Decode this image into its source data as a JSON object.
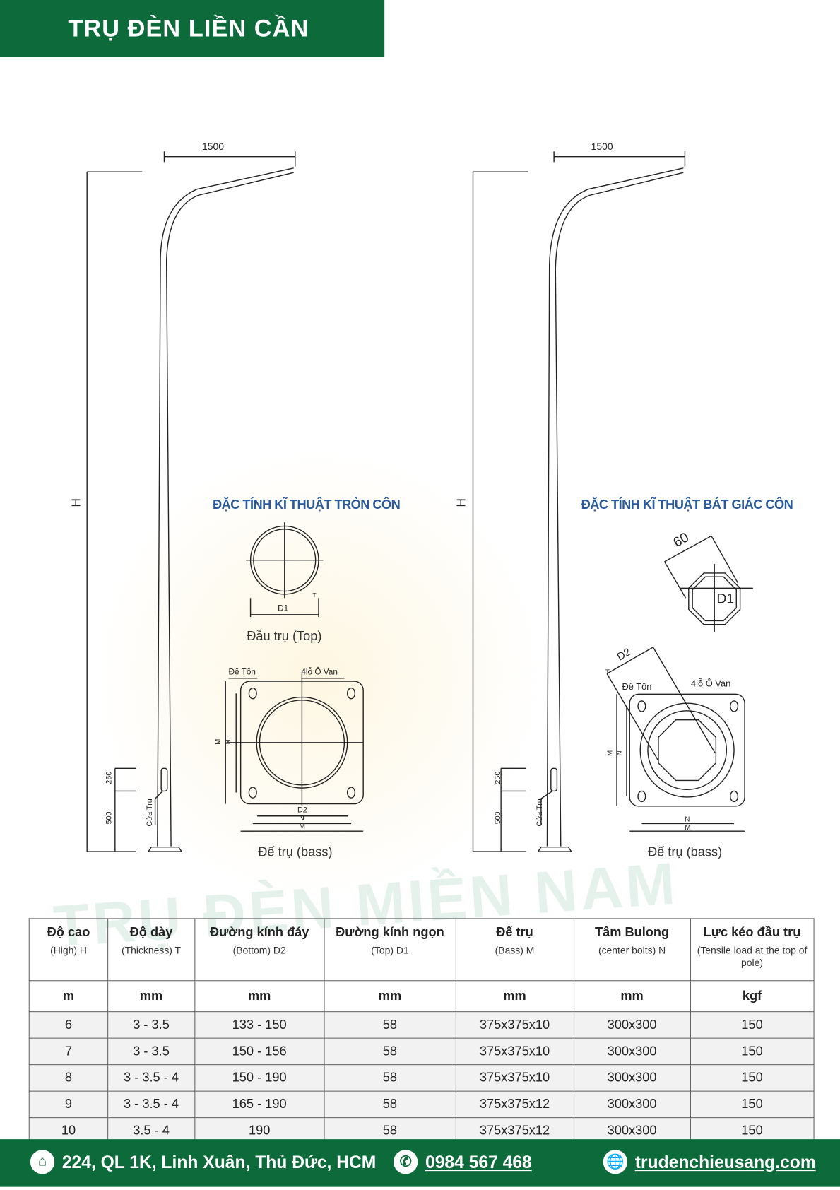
{
  "header": {
    "title": "TRỤ ĐÈN LIỀN CẦN"
  },
  "watermark": "TRỤ ĐÈN MIỀN NAM",
  "drawing": {
    "arm_length": "1500",
    "height_label": "H",
    "dim_250": "250",
    "dim_500": "500",
    "door_label": "Cửa Trụ",
    "round": {
      "title": "ĐẶC TÍNH KĨ THUẬT TRÒN CÔN",
      "d1": "D1",
      "t": "T",
      "top_caption": "Đầu trụ (Top)",
      "base_plate": "Đế Tôn",
      "holes": "4lỗ Ô Van",
      "m": "M",
      "n": "N",
      "d2": "D2",
      "base_caption": "Đế trụ (bass)"
    },
    "octagon": {
      "title": "ĐẶC TÍNH KĨ THUẬT BÁT GIÁC CÔN",
      "size": "60",
      "d1": "D1",
      "d2": "D2",
      "t": "T",
      "base_plate": "Đế Tôn",
      "holes": "4lỗ Ô Van",
      "m": "M",
      "n": "N",
      "base_caption": "Đế trụ (bass)"
    }
  },
  "table": {
    "headers": [
      {
        "title": "Độ cao",
        "sub": "(High) H"
      },
      {
        "title": "Độ dày",
        "sub": "(Thickness) T"
      },
      {
        "title": "Đường kính đáy",
        "sub": "(Bottom) D2"
      },
      {
        "title": "Đường kính ngọn",
        "sub": "(Top) D1"
      },
      {
        "title": "Đế trụ",
        "sub": "(Bass) M"
      },
      {
        "title": "Tâm Bulong",
        "sub": "(center bolts) N"
      },
      {
        "title": "Lực kéo đầu trụ",
        "sub": "(Tensile load at the top of pole)"
      }
    ],
    "units": [
      "m",
      "mm",
      "mm",
      "mm",
      "mm",
      "mm",
      "kgf"
    ],
    "rows": [
      [
        "6",
        "3 - 3.5",
        "133 - 150",
        "58",
        "375x375x10",
        "300x300",
        "150"
      ],
      [
        "7",
        "3 - 3.5",
        "150 - 156",
        "58",
        "375x375x10",
        "300x300",
        "150"
      ],
      [
        "8",
        "3 - 3.5 - 4",
        "150 - 190",
        "58",
        "375x375x10",
        "300x300",
        "150"
      ],
      [
        "9",
        "3 - 3.5 - 4",
        "165 - 190",
        "58",
        "375x375x12",
        "300x300",
        "150"
      ],
      [
        "10",
        "3.5 - 4",
        "190",
        "58",
        "375x375x12",
        "300x300",
        "150"
      ]
    ]
  },
  "footer": {
    "address": "224, QL 1K, Linh Xuân, Thủ Đức, HCM",
    "phone": "0984 567 468",
    "website": "trudenchieusang.com",
    "icons": [
      "home-icon",
      "phone-icon",
      "globe-icon"
    ]
  },
  "colors": {
    "brand_green": "#0d6b3b",
    "spec_blue": "#2a5a9c"
  }
}
